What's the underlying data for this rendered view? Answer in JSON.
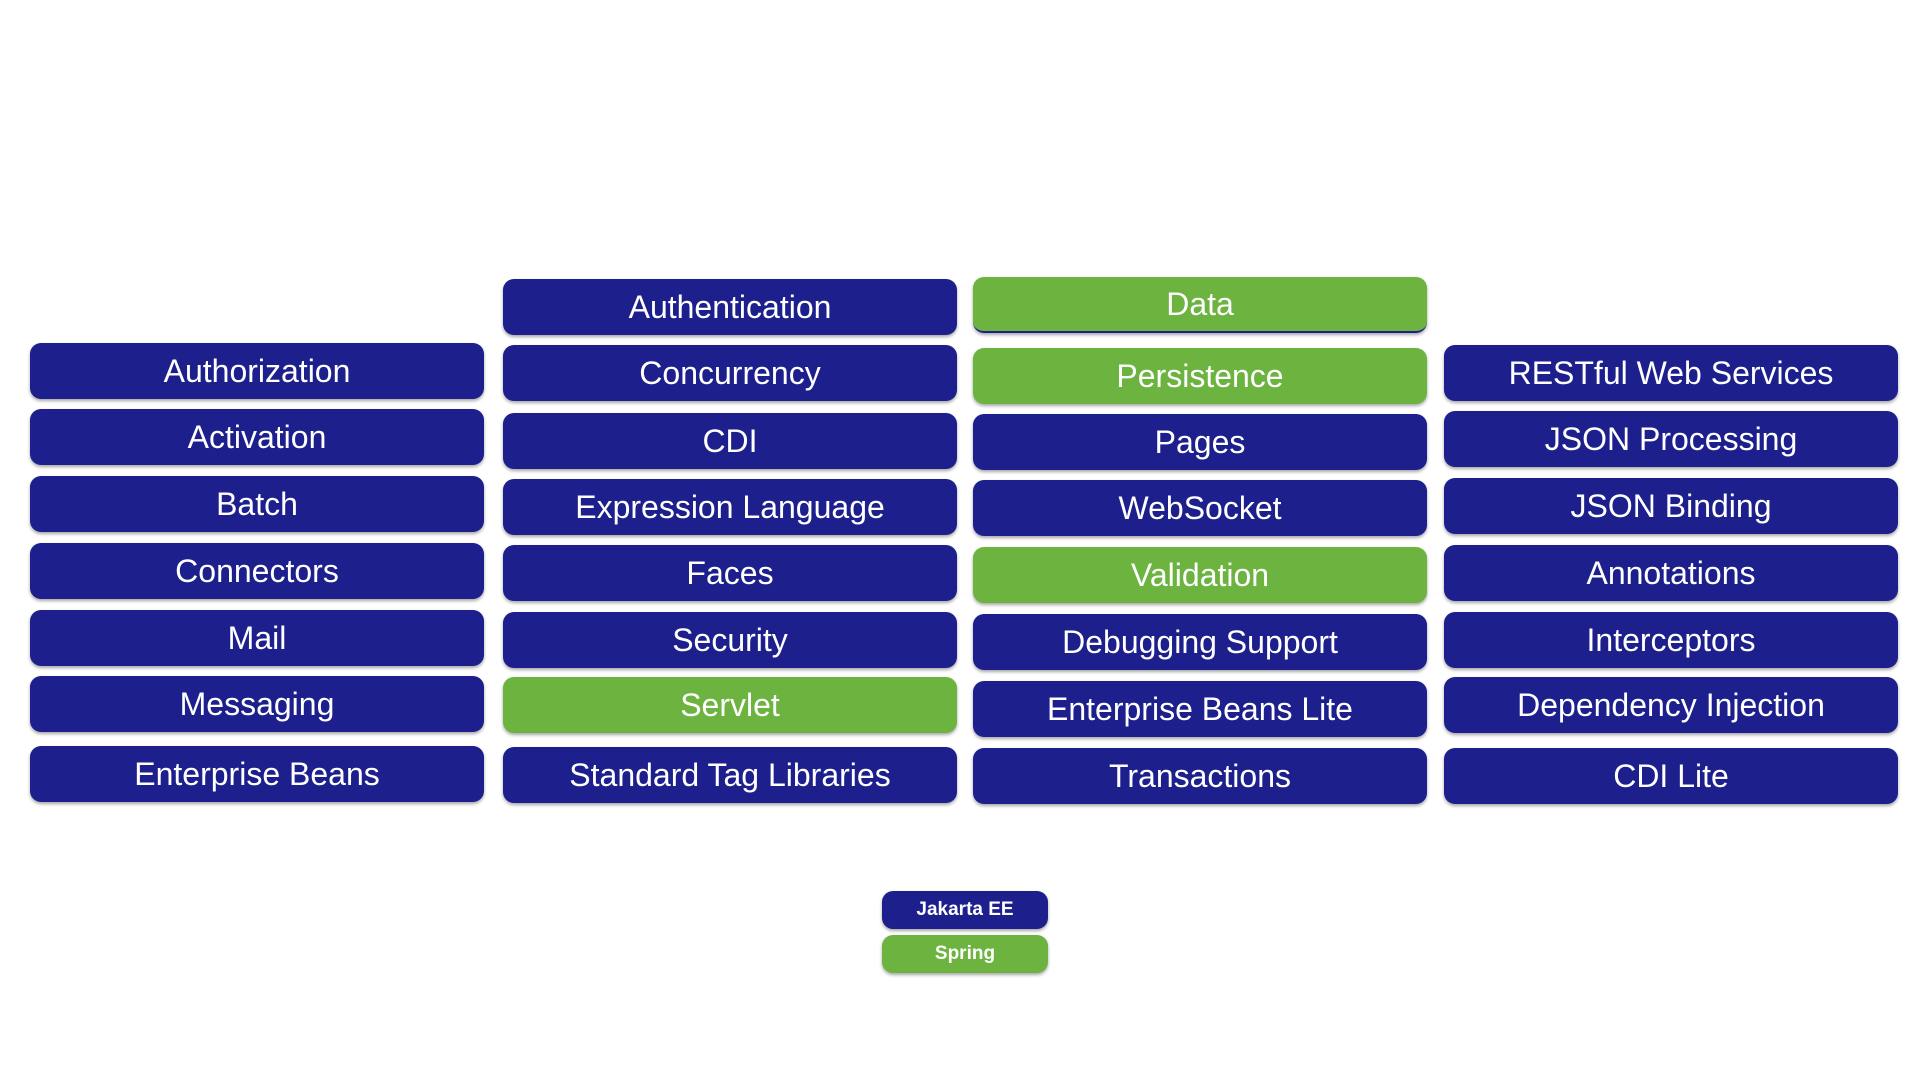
{
  "colors": {
    "jakarta_ee": "#1c1f8c",
    "spring": "#6cb33f",
    "background": "#ffffff"
  },
  "columns": [
    {
      "boxes": [
        {
          "label": "Authorization",
          "kind": "jakarta"
        },
        {
          "label": "Activation",
          "kind": "jakarta"
        },
        {
          "label": "Batch",
          "kind": "jakarta"
        },
        {
          "label": "Connectors",
          "kind": "jakarta"
        },
        {
          "label": "Mail",
          "kind": "jakarta"
        },
        {
          "label": "Messaging",
          "kind": "jakarta"
        },
        {
          "label": "Enterprise Beans",
          "kind": "jakarta"
        }
      ]
    },
    {
      "boxes": [
        {
          "label": "Authentication",
          "kind": "jakarta"
        },
        {
          "label": "Concurrency",
          "kind": "jakarta"
        },
        {
          "label": "CDI",
          "kind": "jakarta"
        },
        {
          "label": "Expression Language",
          "kind": "jakarta"
        },
        {
          "label": "Faces",
          "kind": "jakarta"
        },
        {
          "label": "Security",
          "kind": "jakarta"
        },
        {
          "label": "Servlet",
          "kind": "spring"
        },
        {
          "label": "Standard Tag Libraries",
          "kind": "jakarta"
        }
      ]
    },
    {
      "boxes": [
        {
          "label": "Data",
          "kind": "spring"
        },
        {
          "label": "Persistence",
          "kind": "spring"
        },
        {
          "label": "Pages",
          "kind": "jakarta"
        },
        {
          "label": "WebSocket",
          "kind": "jakarta"
        },
        {
          "label": "Validation",
          "kind": "spring"
        },
        {
          "label": "Debugging Support",
          "kind": "jakarta"
        },
        {
          "label": "Enterprise Beans Lite",
          "kind": "jakarta"
        },
        {
          "label": "Transactions",
          "kind": "jakarta"
        }
      ]
    },
    {
      "boxes": [
        {
          "label": "RESTful Web Services",
          "kind": "jakarta"
        },
        {
          "label": "JSON Processing",
          "kind": "jakarta"
        },
        {
          "label": "JSON Binding",
          "kind": "jakarta"
        },
        {
          "label": "Annotations",
          "kind": "jakarta"
        },
        {
          "label": "Interceptors",
          "kind": "jakarta"
        },
        {
          "label": "Dependency Injection",
          "kind": "jakarta"
        },
        {
          "label": "CDI Lite",
          "kind": "jakarta"
        }
      ]
    }
  ],
  "legend": {
    "jakarta_label": "Jakarta EE",
    "spring_label": "Spring"
  }
}
